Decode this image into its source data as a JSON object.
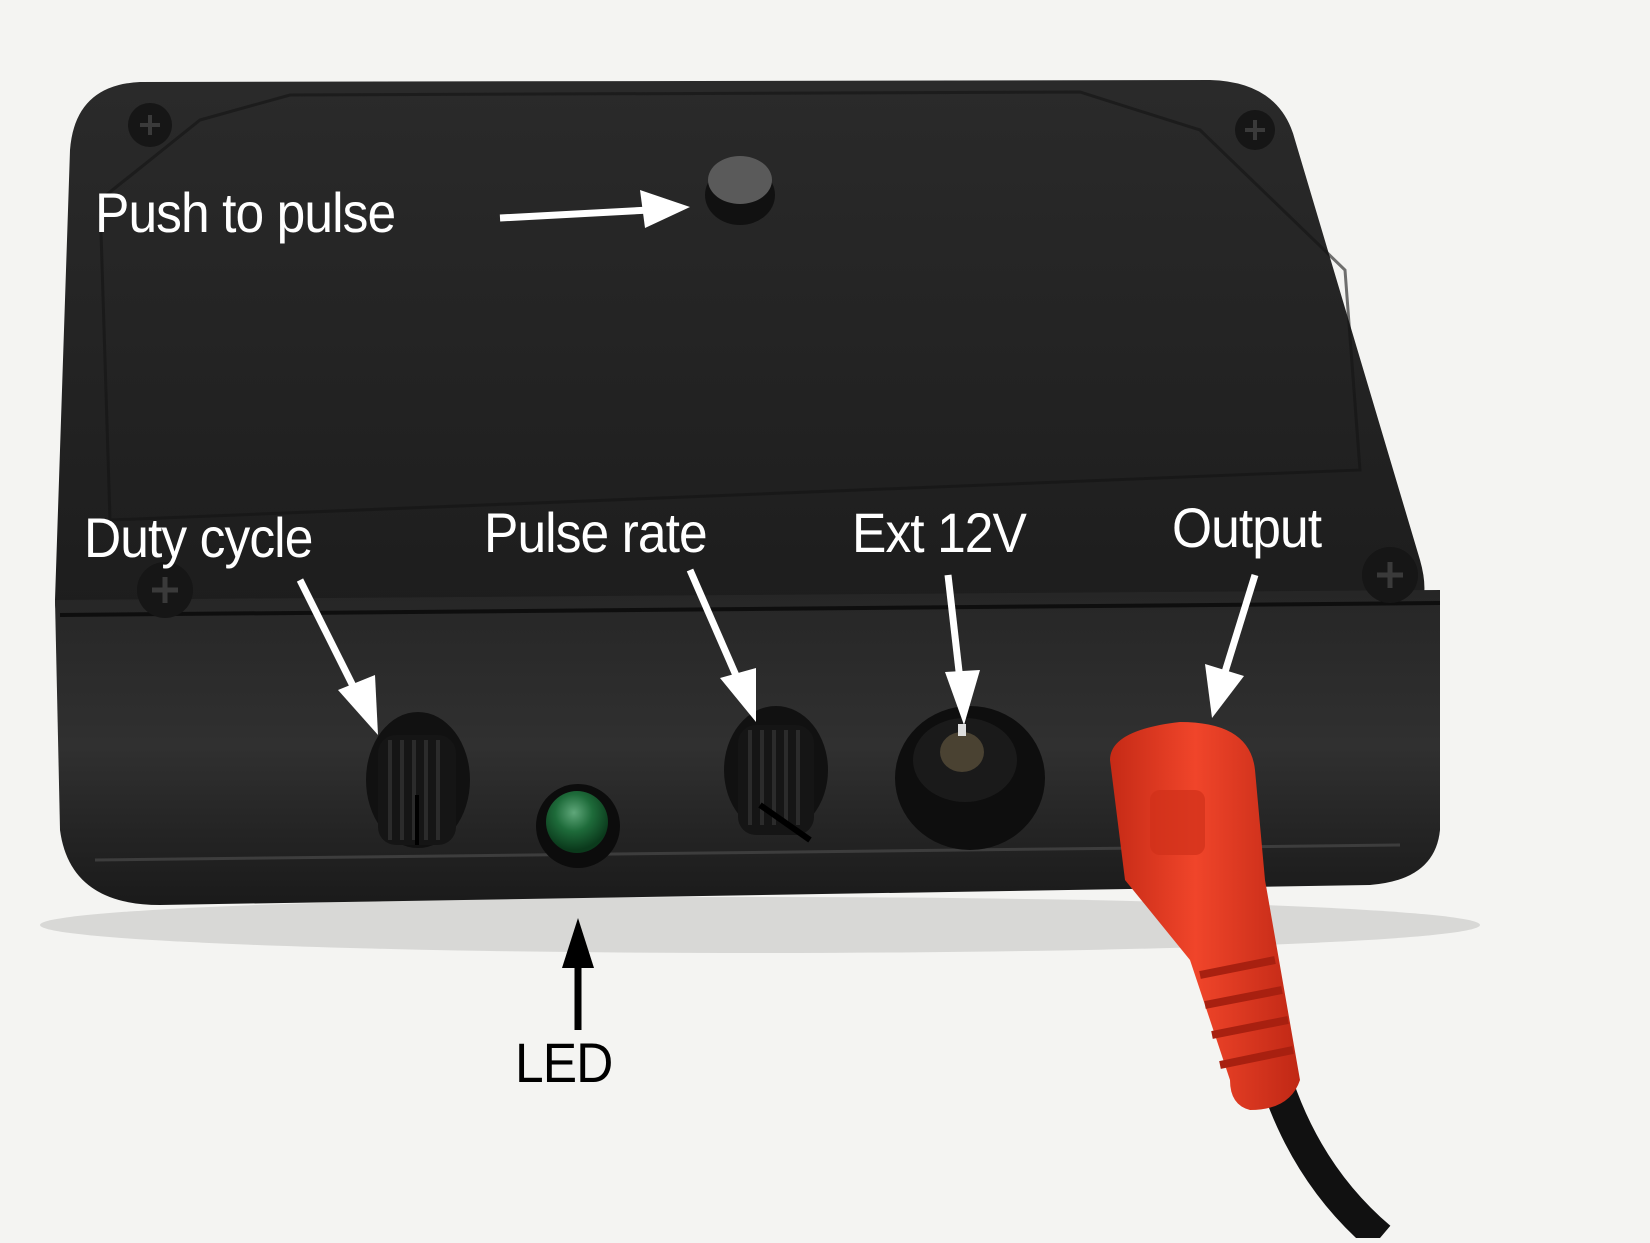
{
  "image": {
    "subject": "black enclosure pulse generator with controls",
    "background_color": "#f4f4f2",
    "enclosure_color": "#1f1f1f",
    "plug_color": "#e53a22"
  },
  "labels": {
    "push_to_pulse": "Push to pulse",
    "duty_cycle": "Duty cycle",
    "pulse_rate": "Pulse rate",
    "ext_12v": "Ext 12V",
    "output": "Output",
    "led": "LED"
  },
  "components": [
    {
      "name": "push-button",
      "color": "#5a5a5a"
    },
    {
      "name": "duty-cycle-knob",
      "color": "#151515"
    },
    {
      "name": "led",
      "color": "#1e6b3a"
    },
    {
      "name": "pulse-rate-knob",
      "color": "#151515"
    },
    {
      "name": "ext-12v-jack",
      "color": "#0e0e0e"
    },
    {
      "name": "output-plug",
      "color": "#e53a22"
    }
  ]
}
